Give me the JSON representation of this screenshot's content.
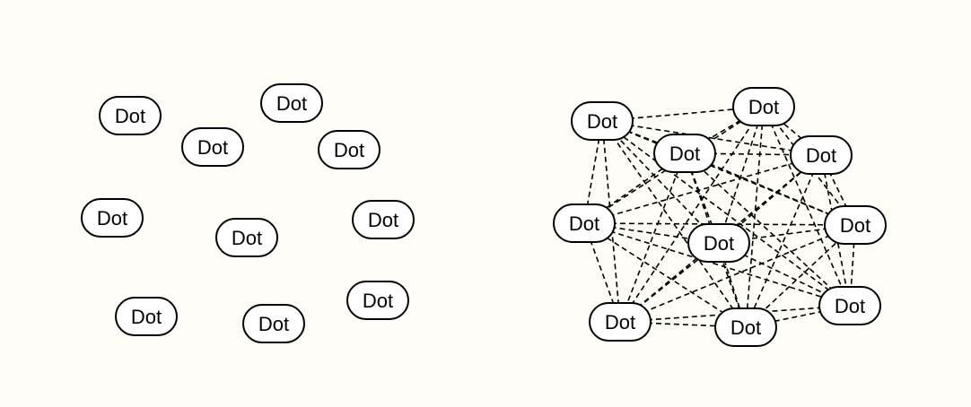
{
  "colors": {
    "background": "#fefdf7",
    "node_fill": "#ffffff",
    "node_stroke": "#000000",
    "edge": "#000000"
  },
  "left_group": {
    "connections": "none",
    "nodes": [
      "Dot",
      "Dot",
      "Dot",
      "Dot",
      "Dot",
      "Dot",
      "Dot",
      "Dot",
      "Dot",
      "Dot"
    ]
  },
  "right_group": {
    "connections": "complete-graph",
    "edge_style": "dashed",
    "nodes": [
      "Dot",
      "Dot",
      "Dot",
      "Dot",
      "Dot",
      "Dot",
      "Dot",
      "Dot",
      "Dot",
      "Dot"
    ]
  }
}
